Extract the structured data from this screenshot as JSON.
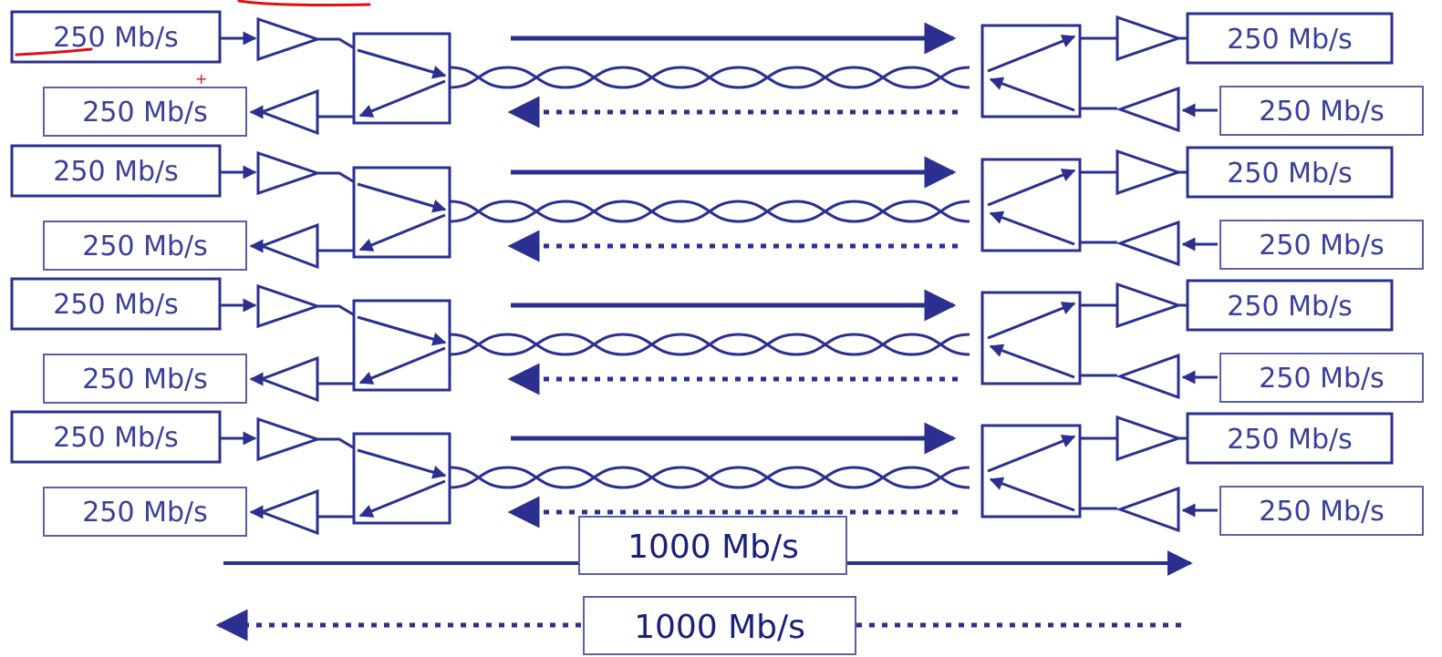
{
  "colors": {
    "primary": "#2b2f8f",
    "light_box": "#5a5fa8",
    "annotation": "#e01010"
  },
  "lanes": [
    {
      "tx_left": "250 Mb/s",
      "rx_left": "250 Mb/s",
      "tx_right": "250 Mb/s",
      "rx_right": "250 Mb/s"
    },
    {
      "tx_left": "250 Mb/s",
      "rx_left": "250 Mb/s",
      "tx_right": "250 Mb/s",
      "rx_right": "250 Mb/s"
    },
    {
      "tx_left": "250 Mb/s",
      "rx_left": "250 Mb/s",
      "tx_right": "250 Mb/s",
      "rx_right": "250 Mb/s"
    },
    {
      "tx_left": "250 Mb/s",
      "rx_left": "250 Mb/s",
      "tx_right": "250 Mb/s",
      "rx_right": "250 Mb/s"
    }
  ],
  "total_forward": "1000 Mb/s",
  "total_reverse": "1000 Mb/s"
}
